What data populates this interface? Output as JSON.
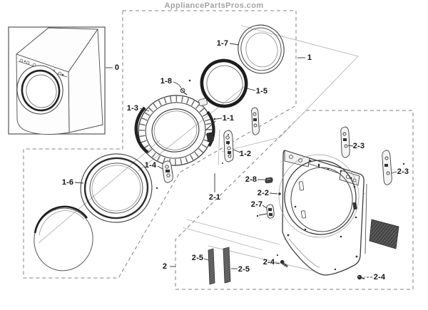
{
  "watermark": "AppliancePartsPros.com",
  "callouts": {
    "main_unit": "0",
    "door_assembly": "1",
    "frame_assembly": "2",
    "k1_1": "1-1",
    "k1_2": "1-2",
    "k1_3": "1-3",
    "k1_4": "1-4",
    "k1_5": "1-5",
    "k1_6": "1-6",
    "k1_7": "1-7",
    "k1_8": "1-8",
    "k2_1": "2-1",
    "k2_2": "2-2",
    "k2_3": "2-3",
    "k2_4": "2-4",
    "k2_5": "2-5",
    "k2_7": "2-7",
    "k2_8": "2-8"
  },
  "colors": {
    "line": "#3c3c3c",
    "dashed_box": "#808080",
    "projection": "#b5b5b5",
    "dark_part": "#2f2f2f",
    "watermark": "#a3a3a3"
  }
}
